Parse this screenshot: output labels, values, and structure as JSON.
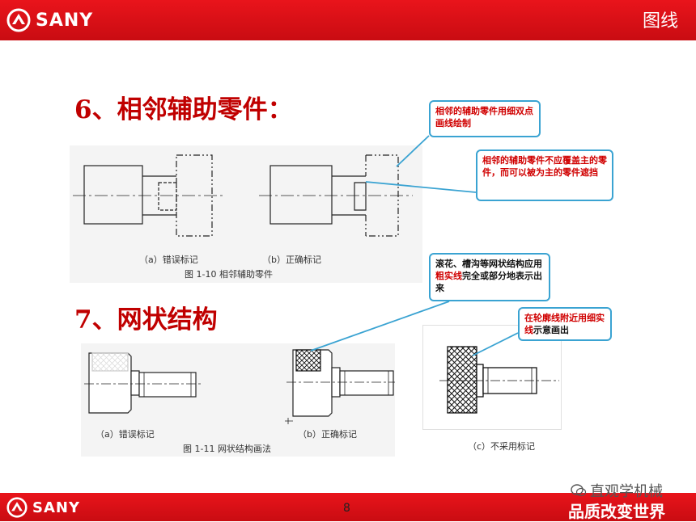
{
  "header": {
    "brand": "SANY",
    "title": "图线"
  },
  "section6": {
    "heading": "6、相邻辅助零件：",
    "caption_a": "（a）错误标记",
    "caption_b": "（b）正确标记",
    "figure_caption": "图 1-10   相邻辅助零件",
    "callout1": "相邻的辅助零件用细双点画线绘制",
    "callout2": "相邻的辅助零件不应覆盖主的零件，而可以被为主的零件遮挡"
  },
  "section7": {
    "heading": "7、网状结构",
    "caption_a": "（a）错误标记",
    "caption_b": "（b）正确标记",
    "figure_caption": "图 1-11   网状结构画法",
    "caption_c": "（c）不采用标记",
    "callout3": {
      "p1": "滚花、槽沟等网状结构应用",
      "p2": "粗实线",
      "p3": "完全或部分地表示出来"
    },
    "callout4": {
      "p1": "在轮廓线附近",
      "p2": "用细实线",
      "p3": "示意画出"
    }
  },
  "footer": {
    "brand": "SANY",
    "page": "8",
    "slogan": "品质改变世界",
    "watermark": "直观学机械"
  },
  "colors": {
    "brand_red": "#e9141b",
    "heading_red": "#c00000",
    "callout_border": "#3aa3d2"
  }
}
